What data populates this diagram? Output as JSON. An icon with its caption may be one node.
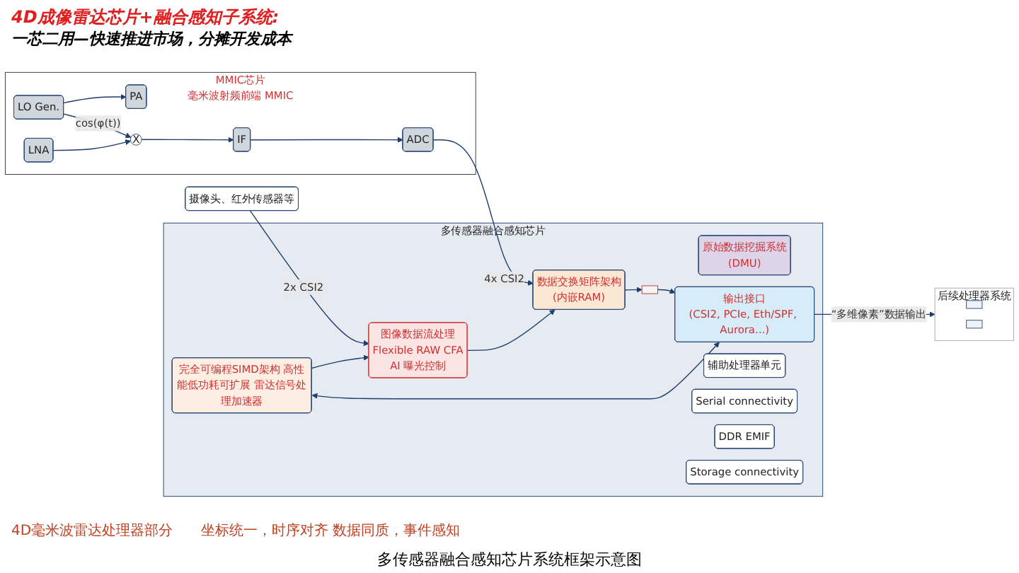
{
  "diagram": {
    "title": "4D成像雷达芯片+融合感知子系统:",
    "caption": "多传感器融合感知芯片系统框架示意图",
    "nodes": [
      {
        "text": [
          "MMIC芯片"
        ],
        "beside": [
          "毫米波射频前端 MMIC"
        ]
      },
      {
        "text": [
          "PA"
        ],
        "in": 0
      },
      {
        "text": [
          "LO Gen."
        ],
        "in": 0
      },
      {
        "text": [
          "LNA"
        ],
        "in": 0
      },
      {
        "text": [
          "X"
        ],
        "in": 0
      },
      {
        "text": [
          "IF"
        ],
        "in": 0
      },
      {
        "text": [
          "ADC"
        ],
        "in": 0
      },
      {
        "text": [
          "摄像头、红外传感器等"
        ]
      },
      {
        "text": [
          "多传感器融合感知芯片"
        ]
      },
      {
        "text": [
          "图像数据流处理",
          "Flexible RAW CFA",
          "AI 曝光控制"
        ],
        "in": 8
      },
      {
        "text": [
          "数据交换矩阵架构",
          "(内嵌RAM)"
        ],
        "in": 8
      },
      {
        "text": [],
        "shape": "box",
        "in": 8
      },
      {
        "text": [
          "原始数据挖掘系统",
          "(DMU)"
        ],
        "in": 8
      },
      {
        "text": [
          "输出接口",
          "(CSI2, PCIe, Eth/SPF, Aurora...)"
        ],
        "in": 8
      },
      {
        "text": [
          "完全可编程SIMD架构 高性能低功耗可扩展 雷达信号处理加速器"
        ],
        "in": 8
      },
      {
        "text": [
          "辅助处理器单元"
        ],
        "in": 8
      },
      {
        "text": [
          "Serial connectivity"
        ],
        "in": 8
      },
      {
        "text": [
          "DDR EMIF"
        ],
        "in": 8
      },
      {
        "text": [
          "Storage connectivity"
        ],
        "in": 8
      },
      {
        "text": [
          "后续处理器系统"
        ]
      },
      {
        "text": [],
        "shape": "box",
        "in": 19
      },
      {
        "text": [],
        "shape": "box",
        "in": 19
      }
    ],
    "edges": [
      {
        "from": 2,
        "to": 1,
        "arrow": "to"
      },
      {
        "from": 2,
        "to": 4,
        "arrow": "to",
        "label": "cos(φ(t))"
      },
      {
        "from": 3,
        "to": 4,
        "arrow": "to"
      },
      {
        "from": 4,
        "to": 5,
        "arrow": "to"
      },
      {
        "from": 5,
        "to": 6,
        "arrow": "to"
      },
      {
        "from": 6,
        "to": 10,
        "arrow": "to",
        "label": "4x CSI2"
      },
      {
        "from": 7,
        "to": 9,
        "arrow": "to",
        "label": "2x CSI2"
      },
      {
        "from": 9,
        "to": 10,
        "arrow": "to"
      },
      {
        "from": 10,
        "to": 11,
        "arrow": "to"
      },
      {
        "from": 11,
        "to": 13,
        "arrow": "to"
      },
      {
        "from": 14,
        "to": 9,
        "arrow": "to"
      },
      {
        "from": 14,
        "to": 13,
        "arrow": "both"
      },
      {
        "from": 13,
        "to": 19,
        "arrow": "to",
        "label": "“多维像素”数据输出"
      }
    ],
    "labels": [
      "一芯二用—快速推进市场，分摊开发成本",
      "4D毫米波雷达处理器部分",
      "坐标统一，时序对齐 数据同质，事件感知"
    ]
  }
}
